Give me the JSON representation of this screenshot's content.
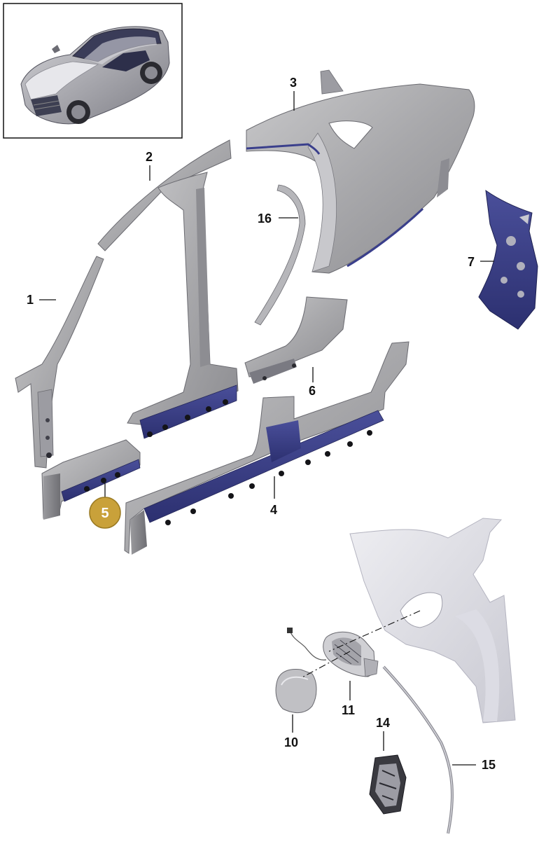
{
  "diagram": {
    "thumbnail": {
      "subject": "suv-vehicle-overview"
    },
    "highlighted_callout": "5",
    "colors": {
      "highlight_badge": "#c9a13a",
      "panel_gray": "#a6a6a8",
      "panel_inner": "#3a3f8c",
      "line": "#111111"
    },
    "callouts": [
      {
        "id": "1",
        "label": "1"
      },
      {
        "id": "2",
        "label": "2"
      },
      {
        "id": "3",
        "label": "3"
      },
      {
        "id": "4",
        "label": "4"
      },
      {
        "id": "5",
        "label": "5"
      },
      {
        "id": "6",
        "label": "6"
      },
      {
        "id": "7",
        "label": "7"
      },
      {
        "id": "10",
        "label": "10"
      },
      {
        "id": "11",
        "label": "11"
      },
      {
        "id": "14",
        "label": "14"
      },
      {
        "id": "15",
        "label": "15"
      },
      {
        "id": "16",
        "label": "16"
      }
    ]
  }
}
